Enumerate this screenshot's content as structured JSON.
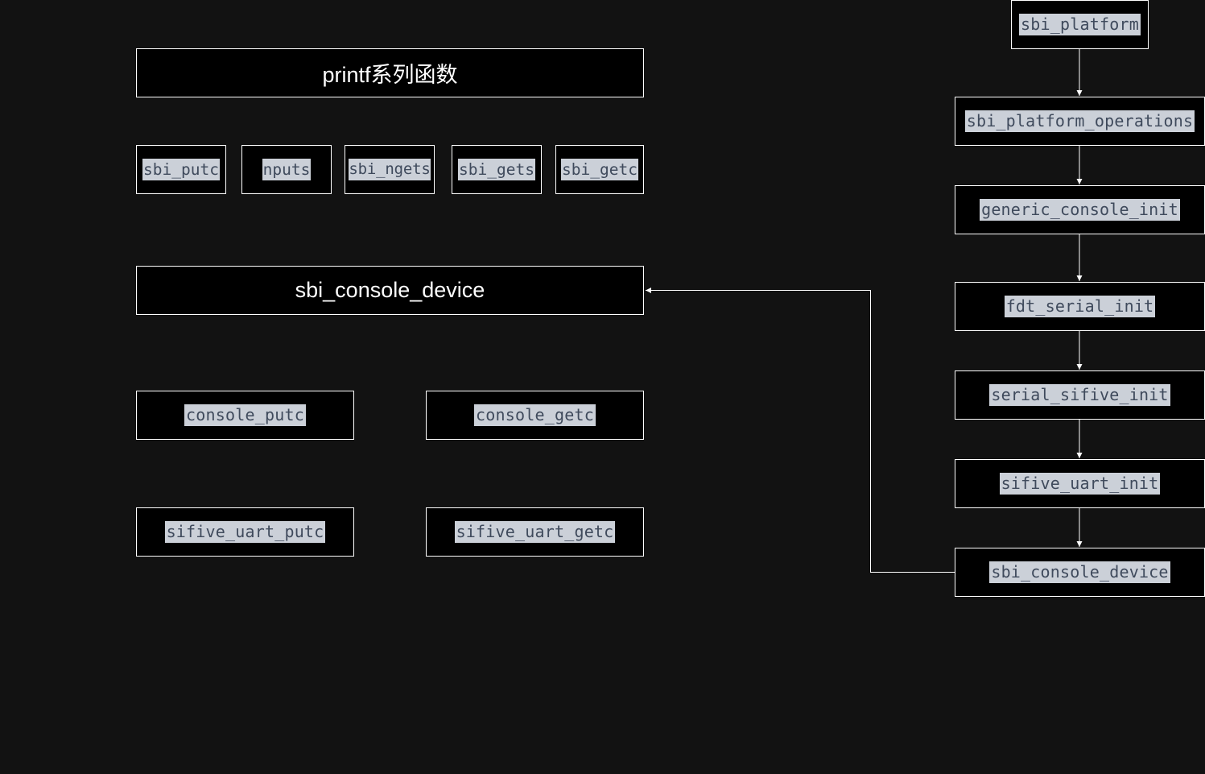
{
  "left": {
    "printf_title": "printf系列函数",
    "sbi_funcs": [
      "sbi_putc",
      "nputs",
      "sbi_ngets",
      "sbi_gets",
      "sbi_getc"
    ],
    "console_device": "sbi_console_device",
    "console_ops": [
      "console_putc",
      "console_getc"
    ],
    "uart_ops": [
      "sifive_uart_putc",
      "sifive_uart_getc"
    ]
  },
  "right": {
    "chain": [
      "sbi_platform",
      "sbi_platform_operations",
      "generic_console_init",
      "fdt_serial_init",
      "serial_sifive_init",
      "sifive_uart_init",
      "sbi_console_device"
    ]
  },
  "colors": {
    "background": "#121212",
    "box_fill": "#000000",
    "box_border": "#ffffff",
    "code_highlight": "#cbd0d8",
    "code_text": "#3f4a5c"
  }
}
